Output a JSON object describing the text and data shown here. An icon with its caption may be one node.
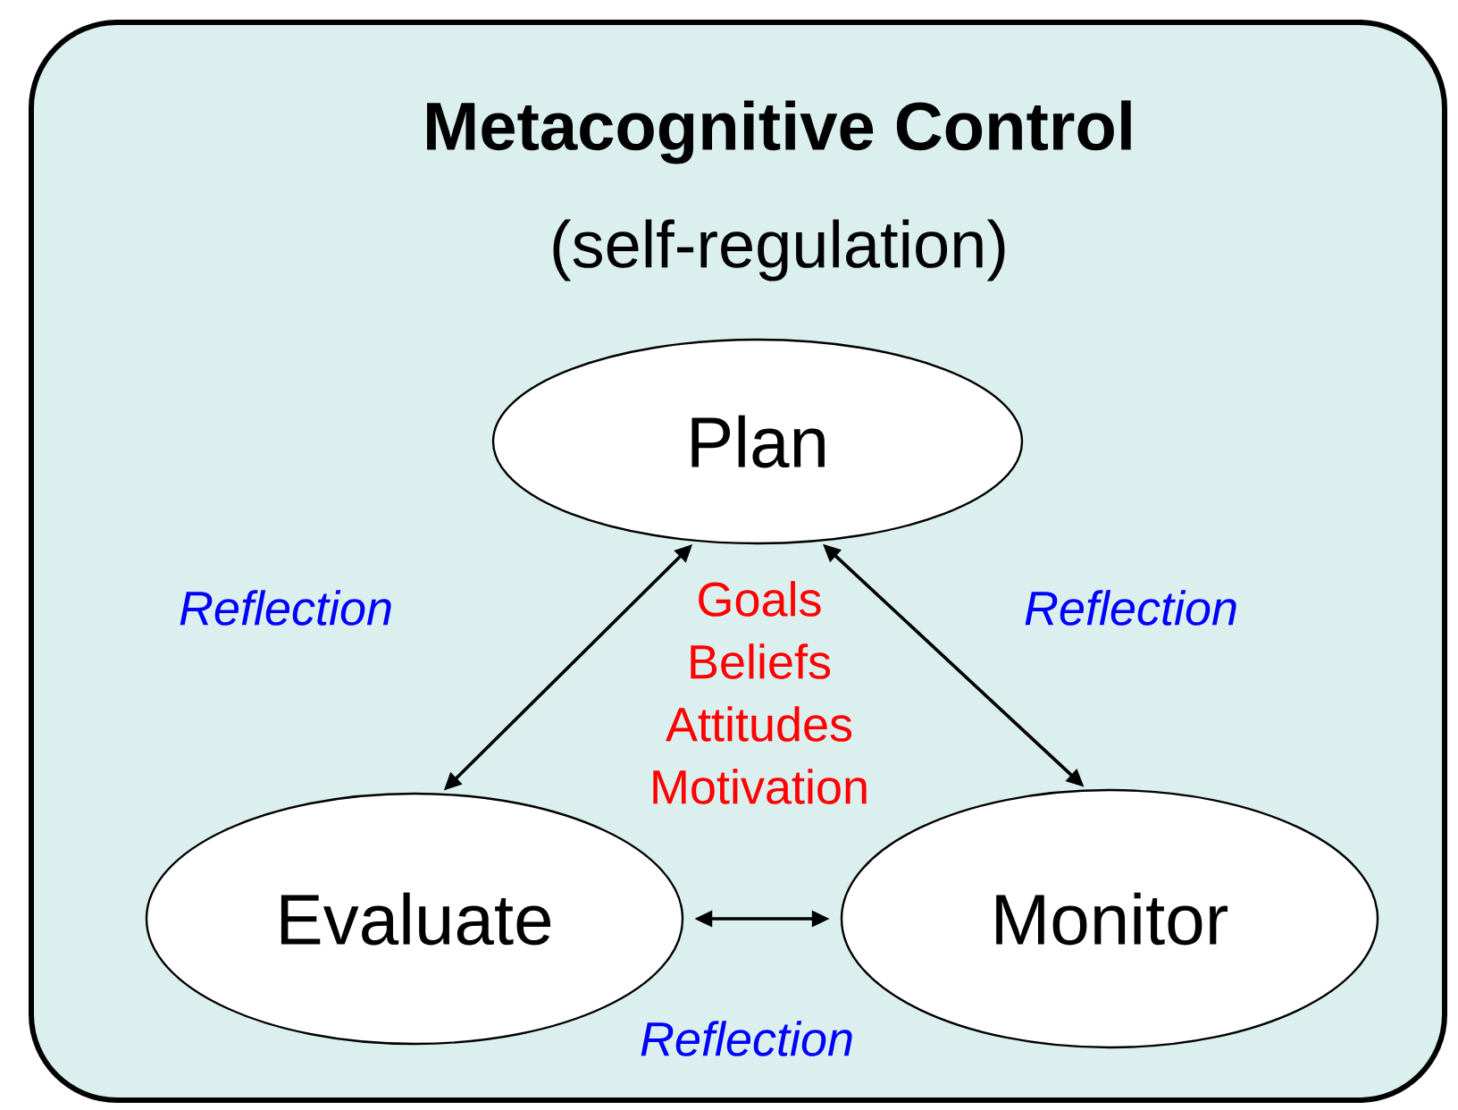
{
  "diagram": {
    "nodes": [
      {
        "text": [
          "Metacognitive Control",
          "(self-regulation)"
        ]
      },
      {
        "text": [
          "Plan"
        ],
        "in": 0
      },
      {
        "text": [
          "Evaluate"
        ],
        "in": 0
      },
      {
        "text": [
          "Monitor"
        ],
        "in": 0
      }
    ],
    "edges": [
      {
        "from": 1,
        "to": 2,
        "arrow": "both",
        "label": "Reflection"
      },
      {
        "from": 1,
        "to": 3,
        "arrow": "both",
        "label": "Reflection"
      },
      {
        "from": 2,
        "to": 3,
        "arrow": "both",
        "label": "Reflection"
      }
    ],
    "labels": [
      "Goals",
      "Beliefs",
      "Attitudes",
      "Motivation"
    ]
  }
}
